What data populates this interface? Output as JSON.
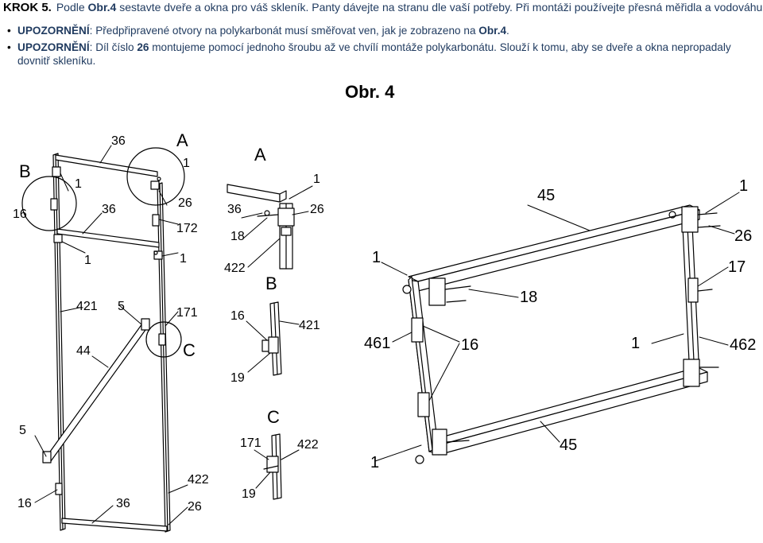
{
  "header": {
    "step": "KROK 5.",
    "intro_a": "Podle",
    "intro_obr": "Obr.4",
    "intro_b": "sestavte dveře a okna pro váš skleník. Panty dávejte na stranu dle vaší potřeby. Při montáži používejte přesná měřidla a vodováhu."
  },
  "notes": [
    {
      "prefix": "UPOZORNĚNÍ",
      "text_a": ": Předpřipravené otvory na polykarbonát musí směřovat ven, jak je zobrazeno na ",
      "ref": "Obr.4",
      "text_b": "."
    },
    {
      "prefix": "UPOZORNĚNÍ",
      "text_a": ": Díl číslo ",
      "part": "26",
      "text_b": " montujeme pomocí jednoho šroubu až  ve chvílí montáže polykarbonátu. Slouží k tomu, aby se dveře a okna nepropadaly dovnitř skleníku."
    }
  ],
  "figure": {
    "title": "Obr. 4",
    "door_labels": {
      "A": "A",
      "B": "B",
      "C": "C",
      "p36a": "36",
      "p1a": "1",
      "p1b": "1",
      "p36b": "36",
      "p26": "26",
      "p16a": "16",
      "p172": "172",
      "p1c": "1",
      "p1d": "1",
      "p421": "421",
      "p5a": "5",
      "p171": "171",
      "p44": "44",
      "p5b": "5",
      "p422": "422",
      "p16b": "16",
      "p36c": "36",
      "p26b": "26"
    },
    "detail_a": {
      "title": "A",
      "p1": "1",
      "p36": "36",
      "p26": "26",
      "p18": "18",
      "p422": "422"
    },
    "detail_b": {
      "title": "B",
      "p16": "16",
      "p421": "421",
      "p19": "19"
    },
    "detail_c": {
      "title": "C",
      "p171": "171",
      "p422": "422",
      "p19": "19"
    },
    "window_labels": {
      "p45a": "45",
      "p1a": "1",
      "p26": "26",
      "p1b": "1",
      "p17": "17",
      "p18": "18",
      "p461": "461",
      "p16": "16",
      "p1c": "1",
      "p462": "462",
      "p45b": "45",
      "p1d": "1"
    }
  }
}
